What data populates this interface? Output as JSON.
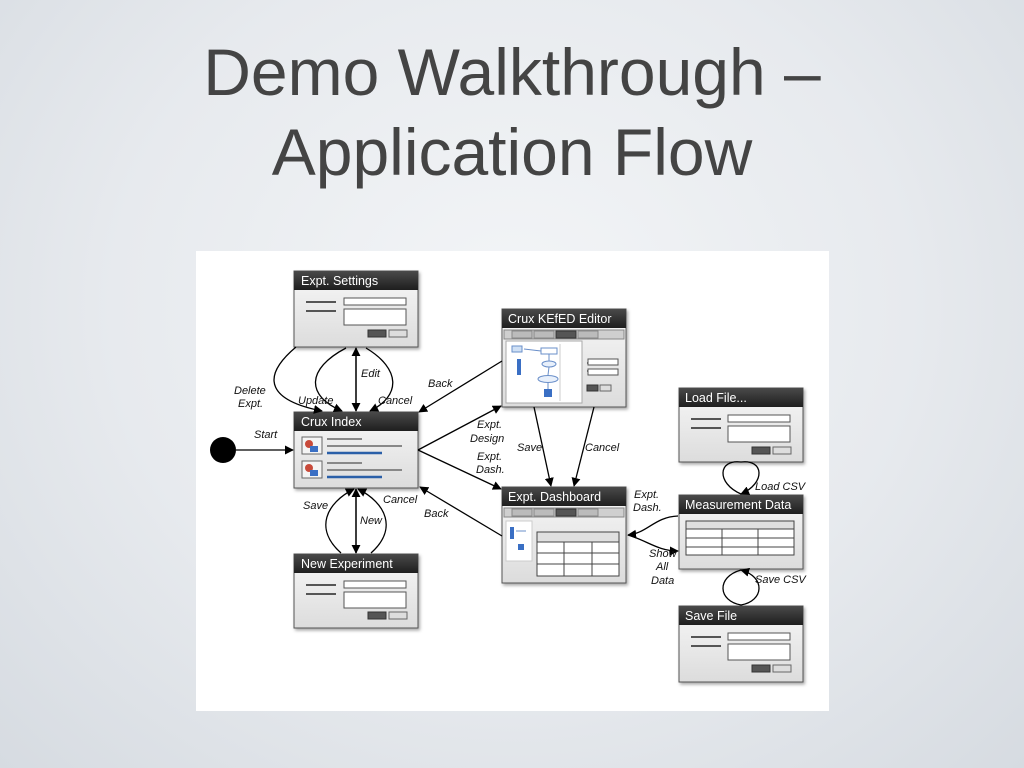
{
  "slide": {
    "title_line1": "Demo Walkthrough –",
    "title_line2": "Application Flow"
  },
  "diagram": {
    "windows": {
      "expt_settings": "Expt. Settings",
      "crux_index": "Crux Index",
      "new_experiment": "New Experiment",
      "kefed_editor": "Crux KEfED Editor",
      "expt_dashboard": "Expt. Dashboard",
      "load_file": "Load File...",
      "measurement_data": "Measurement Data",
      "save_file": "Save File"
    },
    "edge_labels": {
      "start": "Start",
      "delete_expt": [
        "Delete",
        "Expt."
      ],
      "update": "Update",
      "edit": "Edit",
      "cancel_settings": "Cancel",
      "back_editor": "Back",
      "expt_design": [
        "Expt.",
        "Design"
      ],
      "expt_dash_index": [
        "Expt.",
        "Dash."
      ],
      "save_editor": "Save",
      "cancel_editor": "Cancel",
      "back_dashboard": "Back",
      "save_new": "Save",
      "new": "New",
      "cancel_new": "Cancel",
      "expt_dash_measure": [
        "Expt.",
        "Dash."
      ],
      "show_all_data": [
        "Show",
        "All",
        "Data"
      ],
      "load_csv": "Load CSV",
      "save_csv": "Save CSV"
    }
  },
  "colors": {
    "window_titlebar": "#2b2b2b",
    "window_body": "#ececec",
    "index_lines": "#2a5fa8",
    "start_node": "#000000"
  }
}
